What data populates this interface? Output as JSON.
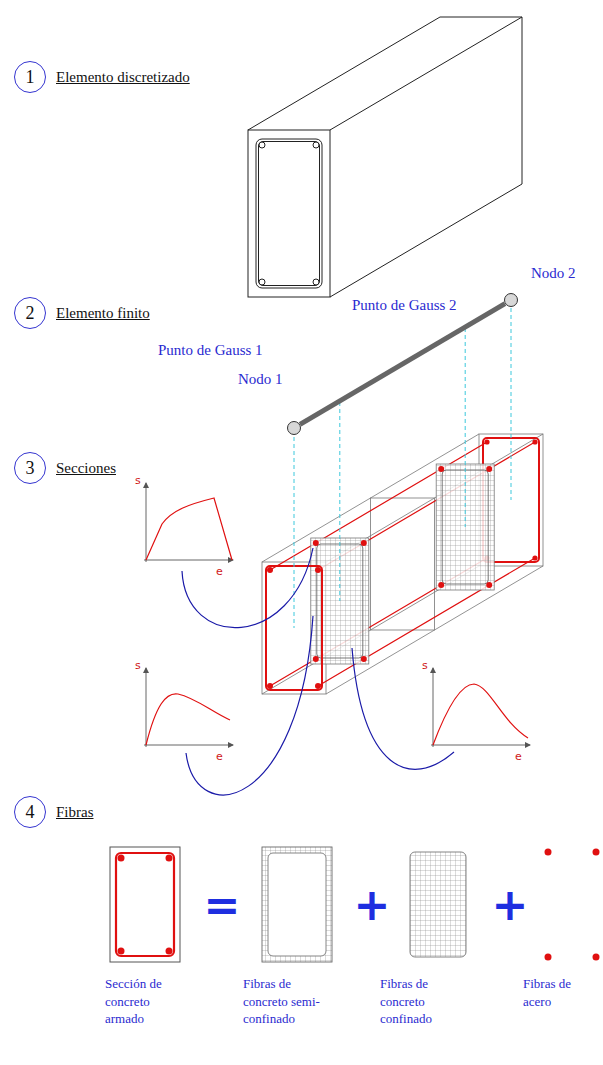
{
  "diagram": {
    "nodes": [
      {
        "text": [
          "1"
        ]
      },
      {
        "text": [
          "2"
        ]
      },
      {
        "text": [
          "Nodo 1"
        ]
      },
      {
        "text": [
          "Nodo 2"
        ]
      },
      {
        "text": [
          "3"
        ]
      },
      {
        "text": [
          "4"
        ]
      }
    ],
    "edges": [
      {
        "from": 2,
        "to": 3,
        "arrow": "none"
      }
    ],
    "labels": [
      "Elemento discretizado",
      "Elemento finito",
      "Punto de Gauss 2",
      "Punto de Gauss 1",
      "Secciones",
      "s",
      "e",
      "s",
      "e",
      "s",
      "e",
      "Fibras",
      "=",
      "+",
      "+",
      "Sección de concreto armado",
      "Fibras de concreto semi-confinado",
      "Fibras de concreto confinado",
      "Fibras de acero"
    ]
  }
}
